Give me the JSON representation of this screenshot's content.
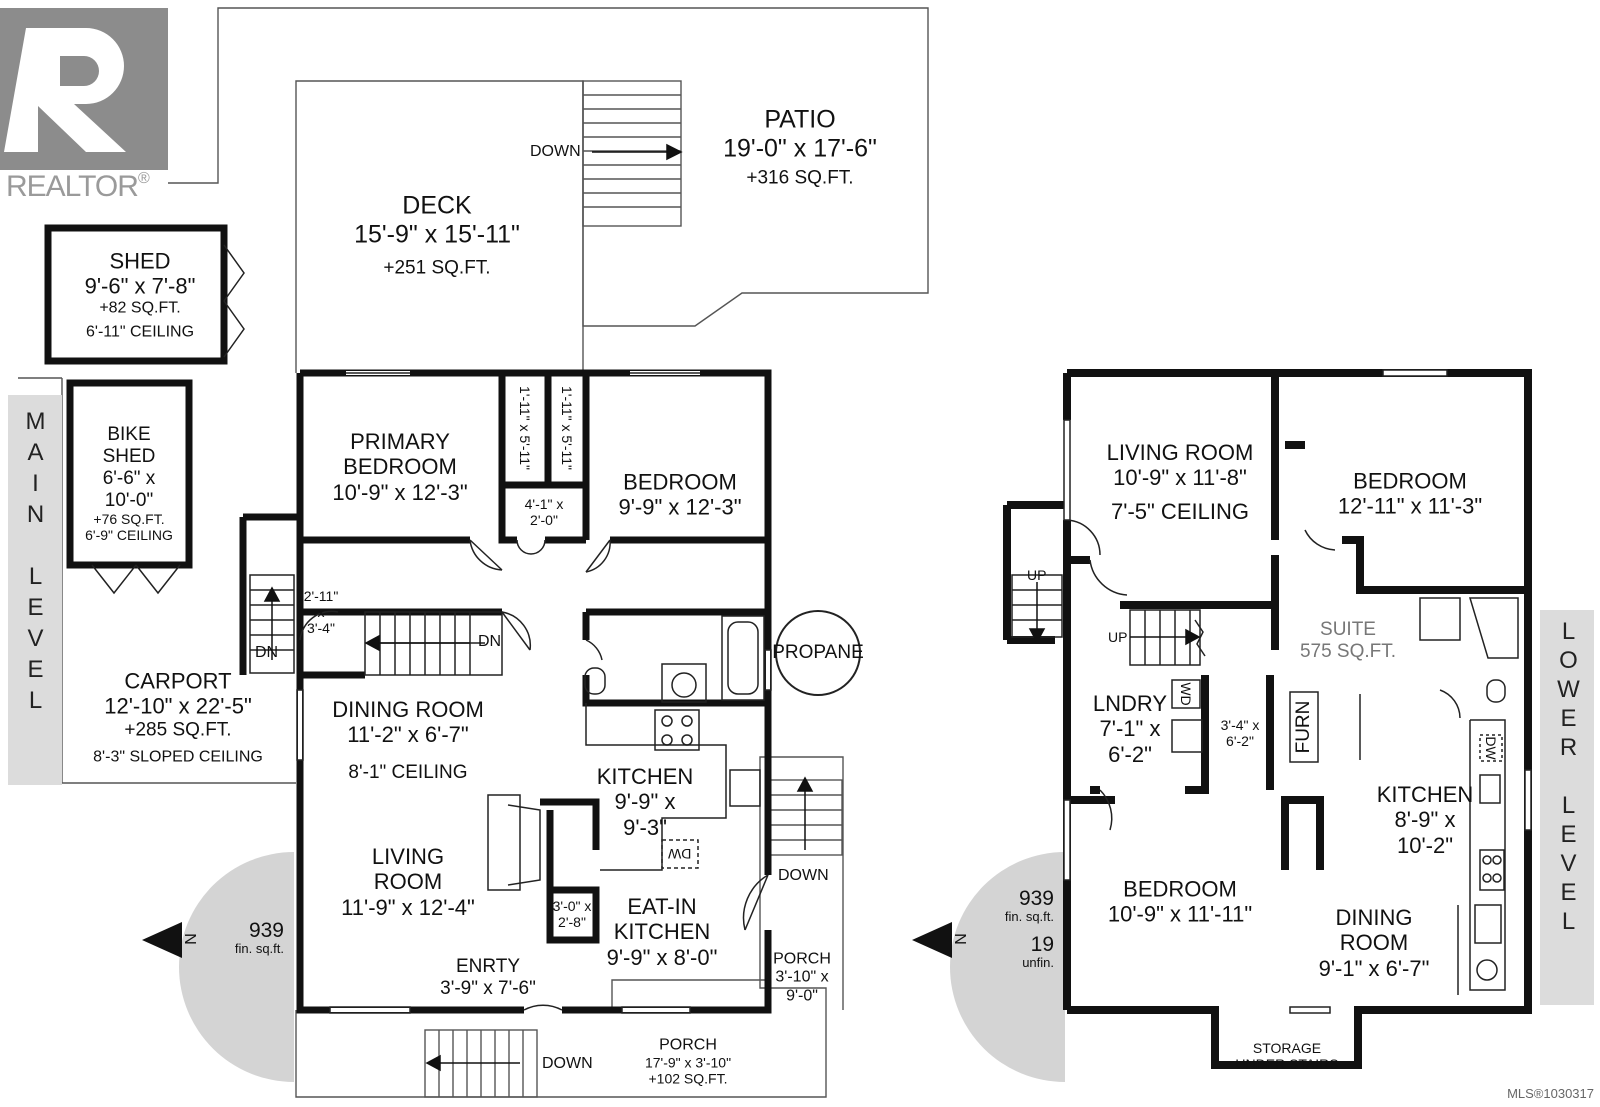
{
  "branding": {
    "logo_letter": "R",
    "logo_word": "REALTOR",
    "registered": "®",
    "mls_id": "MLS®1030317"
  },
  "colors": {
    "wall": "#111111",
    "side_tab": "#dcdcdc",
    "compass": "#d4d4d4",
    "logo": "#8c8c8c"
  },
  "main_level": {
    "side_label": "MAIN LEVEL",
    "summary": {
      "value": "939",
      "unit": "fin. sq.ft."
    },
    "north": "N",
    "rooms": {
      "patio": {
        "name": "PATIO",
        "dims": "19'-0\" x 17'-6\"",
        "area": "+316 SQ.FT."
      },
      "deck": {
        "name": "DECK",
        "dims": "15'-9\" x 15'-11\"",
        "area": "+251 SQ.FT."
      },
      "shed": {
        "name": "SHED",
        "dims": "9'-6\" x 7'-8\"",
        "area": "+82 SQ.FT.",
        "ceiling": "6'-11\" CEILING"
      },
      "bike_shed": {
        "name1": "BIKE",
        "name2": "SHED",
        "dims1": "6'-6\" x",
        "dims2": "10'-0\"",
        "area": "+76 SQ.FT.",
        "ceiling": "6'-9\" CEILING"
      },
      "carport": {
        "name": "CARPORT",
        "dims": "12'-10\" x 22'-5\"",
        "area": "+285 SQ.FT.",
        "ceiling": "8'-3\" SLOPED  CEILING"
      },
      "primary_bedroom": {
        "name1": "PRIMARY",
        "name2": "BEDROOM",
        "dims": "10'-9\" x 12'-3\""
      },
      "closet_a": {
        "dims": "1'-11\" x 5'-11\""
      },
      "closet_b": {
        "dims": "1'-11\" x 5'-11\""
      },
      "closet_c": {
        "dims1": "4'-1\" x",
        "dims2": "2'-0\""
      },
      "bedroom": {
        "name": "BEDROOM",
        "dims": "9'-9\" x 12'-3\""
      },
      "closet_d": {
        "dims1": "2'-11\"",
        "dims2": "x",
        "dims3": "3'-4\""
      },
      "dining_room": {
        "name": "DINING ROOM",
        "dims": "11'-2\" x 6'-7\"",
        "ceiling": "8'-1\" CEILING"
      },
      "kitchen": {
        "name": "KITCHEN",
        "dims1": "9'-9\" x",
        "dims2": "9'-3\""
      },
      "living_room": {
        "name1": "LIVING",
        "name2": "ROOM",
        "dims": "11'-9\" x 12'-4\""
      },
      "closet_e": {
        "dims1": "3'-0\" x",
        "dims2": "2'-8\""
      },
      "eat_in_kitchen": {
        "name1": "EAT-IN",
        "name2": "KITCHEN",
        "dims": "9'-9\" x 8'-0\""
      },
      "entry": {
        "name": "ENRTY",
        "dims": "3'-9\" x 7'-6\""
      },
      "porch_side": {
        "name": "PORCH",
        "dims1": "3'-10\" x",
        "dims2": "9'-0\""
      },
      "porch_front": {
        "name": "PORCH",
        "dims": "17'-9\" x 3'-10\"",
        "area": "+102 SQ.FT."
      }
    },
    "fixtures": {
      "propane": "PROPANE",
      "dw": "DW"
    },
    "stairs": {
      "down_patio": "DOWN",
      "dn_left": "DN",
      "dn_hall": "DN",
      "down_side": "DOWN",
      "down_front": "DOWN"
    }
  },
  "lower_level": {
    "side_label": "LOWER LEVEL",
    "summary": {
      "fin_value": "939",
      "fin_unit": "fin. sq.ft.",
      "unfin_value": "19",
      "unfin_unit": "unfin."
    },
    "north": "N",
    "suite": {
      "name": "SUITE",
      "area": "575 SQ.FT."
    },
    "rooms": {
      "living_room": {
        "name": "LIVING ROOM",
        "dims": "10'-9\" x 11'-8\"",
        "ceiling": "7'-5\" CEILING"
      },
      "bedroom_top": {
        "name": "BEDROOM",
        "dims": "12'-11\" x 11'-3\""
      },
      "laundry": {
        "name": "LNDRY",
        "dims1": "7'-1\" x",
        "dims2": "6'-2\""
      },
      "closet": {
        "dims1": "3'-4\" x",
        "dims2": "6'-2\""
      },
      "kitchen": {
        "name": "KITCHEN",
        "dims1": "8'-9\" x",
        "dims2": "10'-2\""
      },
      "bedroom_bottom": {
        "name": "BEDROOM",
        "dims": "10'-9\" x 11'-11\""
      },
      "dining_room": {
        "name1": "DINING",
        "name2": "ROOM",
        "dims": "9'-1\" x 6'-7\""
      },
      "storage": {
        "name1": "STORAGE",
        "name2": "UNDER STAIRS"
      }
    },
    "fixtures": {
      "furn": "FURN",
      "wd": "WD",
      "dw": "DW"
    },
    "stairs": {
      "up_left": "UP",
      "up_inner": "UP"
    }
  }
}
